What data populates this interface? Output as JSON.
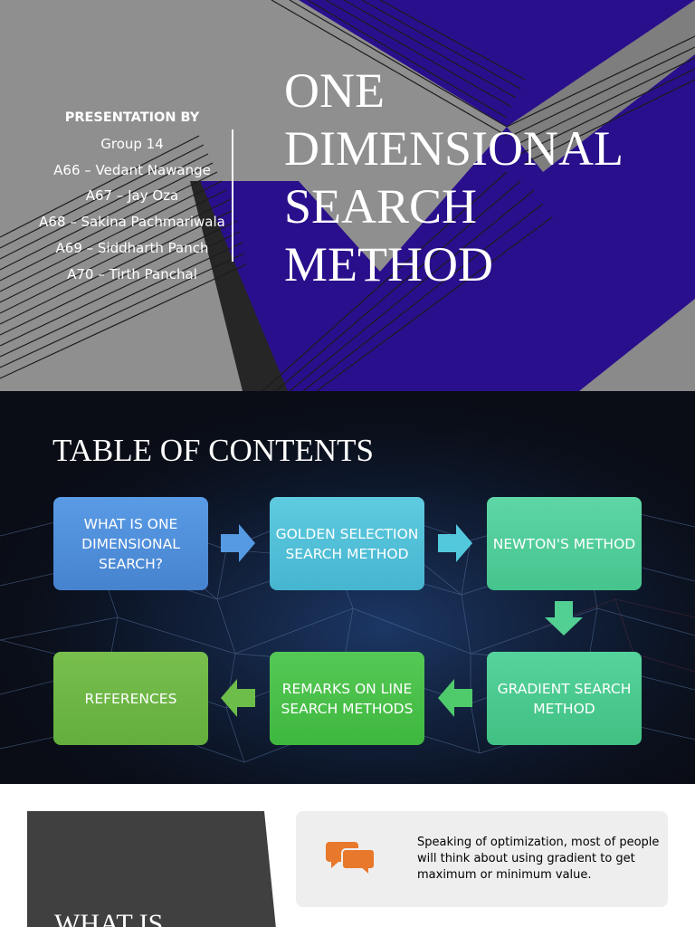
{
  "slide1": {
    "presentation_by": "PRESENTATION BY",
    "group": "Group 14",
    "members": [
      "A66 – Vedant Nawange",
      "A67 – Jay Oza",
      "A68 – Sakina Pachmariwala",
      "A69 – Siddharth Panch",
      "A70 – Tirth Panchal"
    ],
    "title_lines": [
      "ONE",
      "DIMENSIONAL",
      "SEARCH",
      "METHOD"
    ],
    "colors": {
      "background": "#2a0f8c",
      "panel": "#8f8f8f"
    }
  },
  "slide2": {
    "title": "TABLE OF CONTENTS",
    "items": [
      "WHAT IS ONE DIMENSIONAL SEARCH?",
      "GOLDEN SELECTION SEARCH METHOD",
      "NEWTON'S METHOD",
      "GRADIENT SEARCH METHOD",
      "REMARKS ON LINE SEARCH METHODS",
      "REFERENCES"
    ],
    "flow_icons": [
      "arrow-right-icon",
      "arrow-right-icon",
      "arrow-down-icon",
      "arrow-left-icon",
      "arrow-left-icon"
    ],
    "colors": {
      "box1": "#4f8ed8",
      "box2": "#4fc1d6",
      "box3": "#4cc98f",
      "box4": "#4ccb8c",
      "box5": "#4bbf4a",
      "box6": "#6db544"
    }
  },
  "slide3": {
    "heading": "WHAT IS",
    "icon": "chat-bubbles-icon",
    "text": "Speaking of optimization, most of people will think about using gradient to get maximum or minimum value.",
    "colors": {
      "panel": "#404040",
      "card": "#eeeeee",
      "icon": "#e8782b"
    }
  }
}
